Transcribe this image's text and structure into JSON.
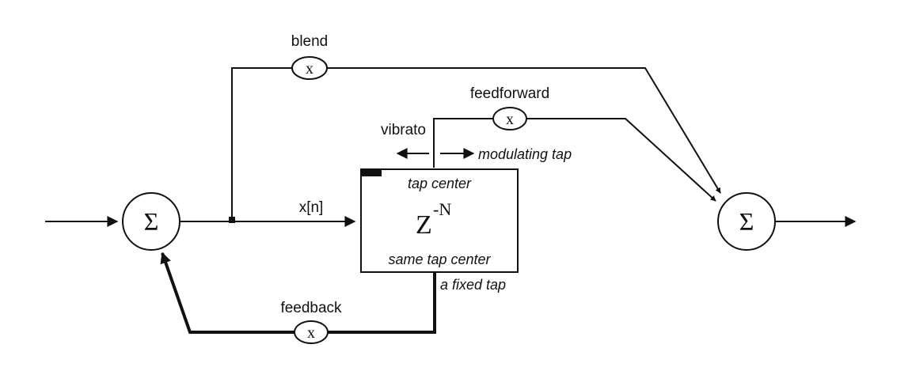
{
  "labels": {
    "blend": "blend",
    "feedforward": "feedforward",
    "vibrato": "vibrato",
    "modulating_tap": "modulating tap",
    "tap_center": "tap center",
    "xn": "x[n]",
    "same_tap_center": "same tap center",
    "fixed_tap": "a fixed tap",
    "feedback": "feedback"
  },
  "symbols": {
    "sum": "Σ",
    "multiply": "x",
    "delay_base": "Z",
    "delay_exponent": "-N"
  }
}
